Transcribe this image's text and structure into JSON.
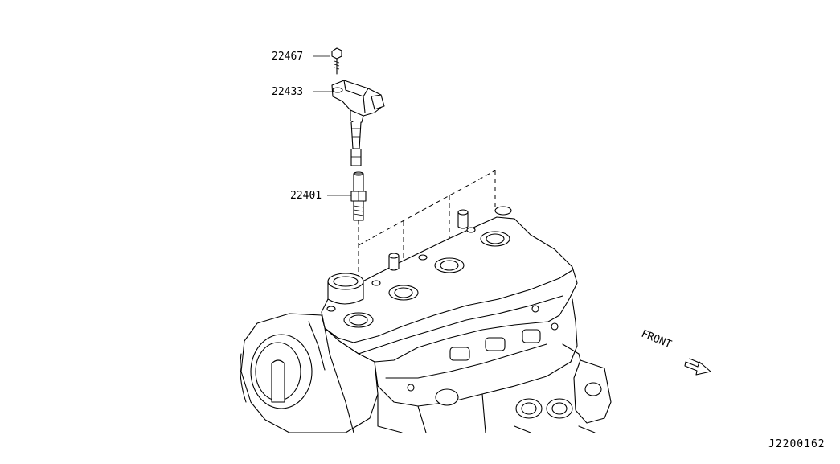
{
  "callouts": {
    "bolt": "22467",
    "ignition_coil": "22433",
    "spark_plug": "22401"
  },
  "front_label": "FRONT",
  "diagram_id": "J2200162"
}
